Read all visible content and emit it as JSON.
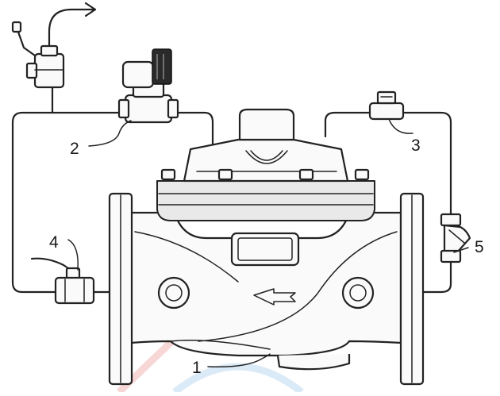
{
  "diagram": {
    "callouts": [
      {
        "id": "1",
        "text": "1"
      },
      {
        "id": "2",
        "text": "2"
      },
      {
        "id": "3",
        "text": "3"
      },
      {
        "id": "4",
        "text": "4"
      },
      {
        "id": "5",
        "text": "5"
      }
    ]
  },
  "colors": {
    "line": "#222222",
    "watermark_red": "#f4c8c8",
    "watermark_blue": "#cfe3f4"
  }
}
